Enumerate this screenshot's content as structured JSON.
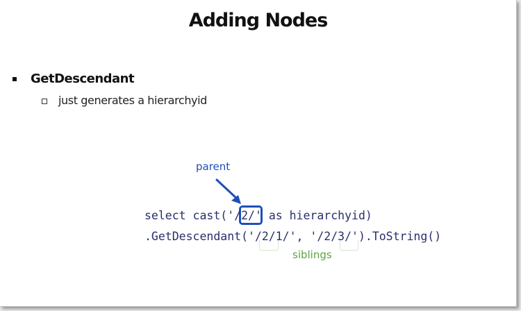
{
  "slide": {
    "title": "Adding Nodes",
    "bullets": [
      {
        "text": "GetDescendant",
        "sub_items": [
          "just generates a hierarchyid"
        ]
      }
    ]
  },
  "code": {
    "line1_before": "select cast('",
    "line1_highlight": "/2/",
    "line1_after": "' as hierarchyid)",
    "line2": ".GetDescendant('/2/1/', '/2/3/').ToString()"
  },
  "annotations": {
    "parent_label": "parent",
    "siblings_label": "siblings"
  },
  "colors": {
    "annotation_blue": "#1e4fb8",
    "annotation_green": "#5fa443",
    "code_text": "#2a2f6b"
  }
}
